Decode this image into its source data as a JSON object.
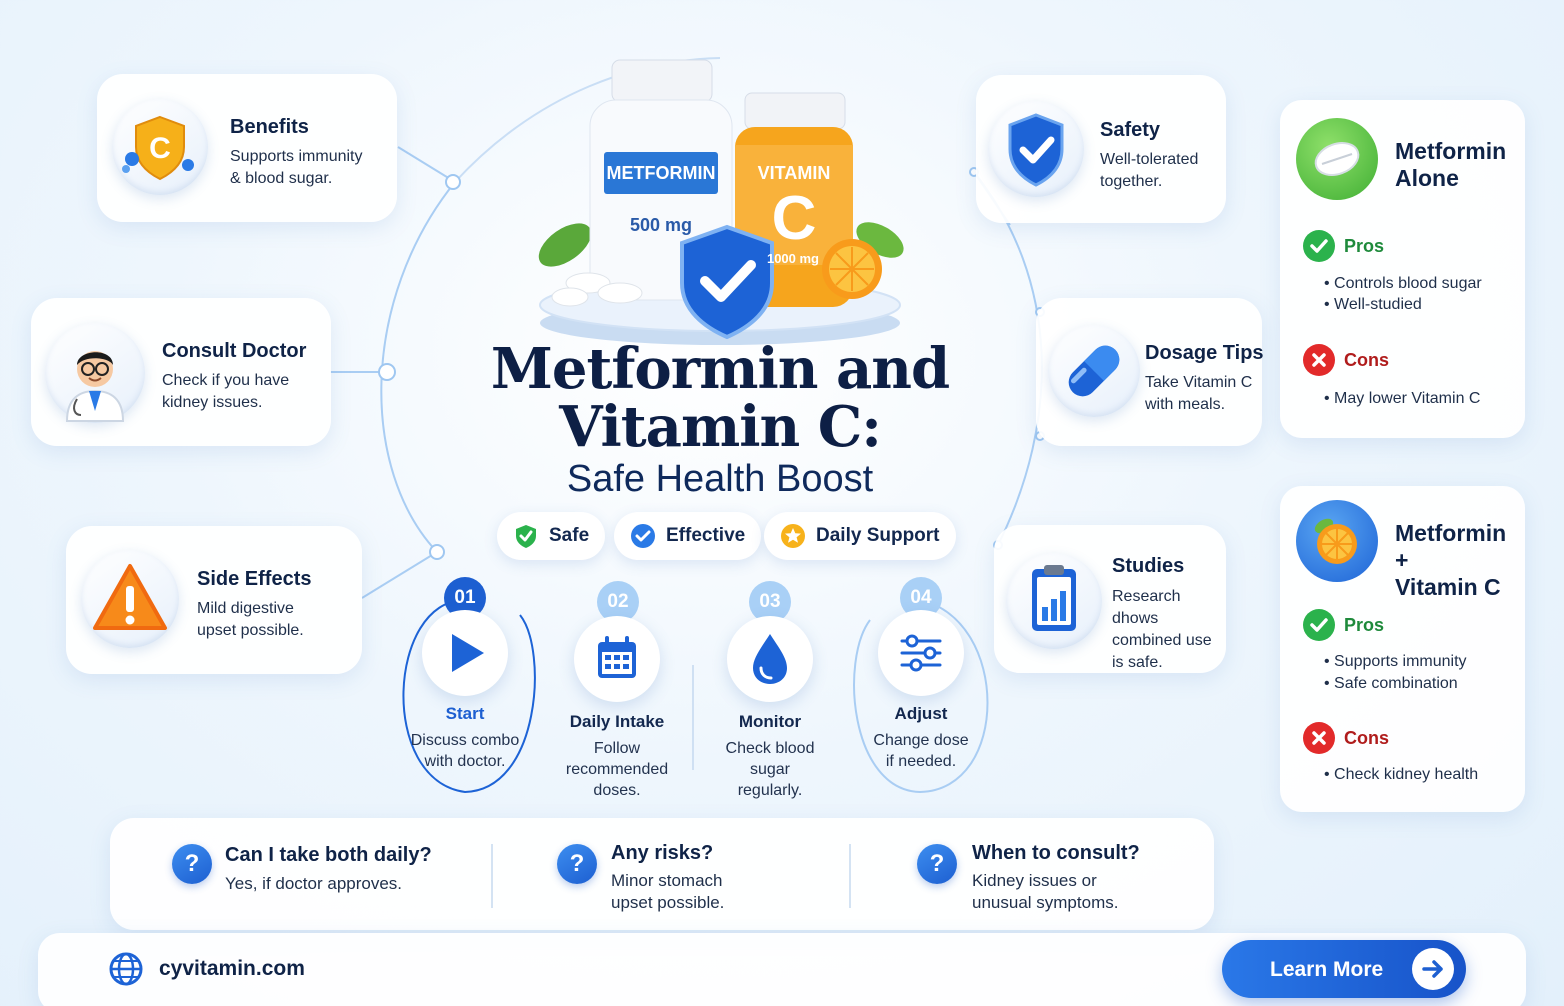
{
  "title": "Metformin and\nVitamin C:",
  "subtitle": "Safe Health Boost",
  "hero": {
    "bottle1_label": "METFORMIN",
    "bottle1_dose": "500 mg",
    "bottle2_label": "VITAMIN",
    "bottle2_letter": "C",
    "bottle2_dose": "1000 mg"
  },
  "badges": [
    {
      "label": "Safe",
      "icon": "shield-check-icon"
    },
    {
      "label": "Effective",
      "icon": "check-badge-icon"
    },
    {
      "label": "Daily Support",
      "icon": "star-icon"
    }
  ],
  "left_cards": [
    {
      "title": "Benefits",
      "text": "Supports immunity\n& blood sugar.",
      "icon": "vitamin-c-shield-icon"
    },
    {
      "title": "Consult Doctor",
      "text": "Check if you have\nkidney issues.",
      "icon": "doctor-icon"
    },
    {
      "title": "Side Effects",
      "text": "Mild digestive\nupset possible.",
      "icon": "warning-icon"
    }
  ],
  "right_cards": [
    {
      "title": "Safety",
      "text": "Well-tolerated\ntogether.",
      "icon": "shield-check-icon"
    },
    {
      "title": "Dosage Tips",
      "text": "Take Vitamin C\nwith meals.",
      "icon": "capsule-icon"
    },
    {
      "title": "Studies",
      "text": "Research dhows\ncombined use\nis safe.",
      "icon": "clipboard-chart-icon"
    }
  ],
  "steps": [
    {
      "num": "01",
      "title": "Start",
      "text": "Discuss combo\nwith doctor.",
      "icon": "play-icon"
    },
    {
      "num": "02",
      "title": "Daily Intake",
      "text": "Follow\nrecommended\ndoses.",
      "icon": "calendar-icon"
    },
    {
      "num": "03",
      "title": "Monitor",
      "text": "Check blood\nsugar\nregularly.",
      "icon": "drop-icon"
    },
    {
      "num": "04",
      "title": "Adjust",
      "text": "Change dose\nif needed.",
      "icon": "sliders-icon"
    }
  ],
  "compare": [
    {
      "title": "Metformin\nAlone",
      "pros_label": "Pros",
      "pros": [
        "Controls blood sugar",
        "Well-studied"
      ],
      "cons_label": "Cons",
      "cons": [
        "May lower Vitamin C"
      ]
    },
    {
      "title": "Metformin +\nVitamin C",
      "pros_label": "Pros",
      "pros": [
        "Supports immunity",
        "Safe combination"
      ],
      "cons_label": "Cons",
      "cons": [
        "Check kidney health"
      ]
    }
  ],
  "faq": [
    {
      "q": "Can I take both daily?",
      "a": "Yes, if doctor approves.",
      "icon": "?"
    },
    {
      "q": "Any risks?",
      "a": "Minor stomach\nupset possible.",
      "icon": "?"
    },
    {
      "q": "When to consult?",
      "a": "Kidney issues or\nunusual symptoms.",
      "icon": "?"
    }
  ],
  "footer": {
    "site": "cyvitamin.com",
    "button": "Learn More"
  },
  "colors": {
    "navy": "#0d1f45",
    "blue": "#1d6ae0",
    "orange": "#f7a21b",
    "green": "#2bb24c",
    "red": "#e22a2a"
  }
}
